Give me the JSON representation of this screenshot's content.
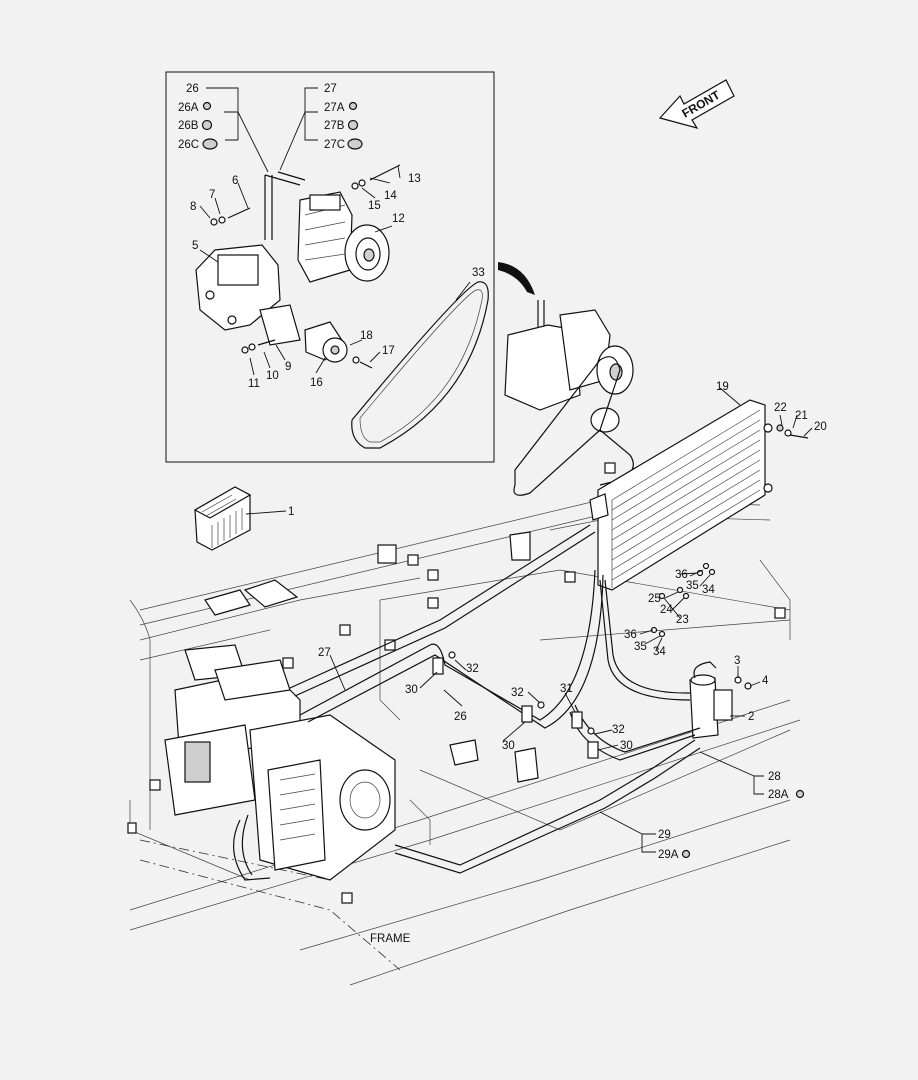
{
  "front_label": "FRONT",
  "frame_label": "FRAME",
  "callouts": {
    "c1": "1",
    "c2": "2",
    "c3": "3",
    "c4": "4",
    "c5": "5",
    "c6": "6",
    "c7": "7",
    "c8": "8",
    "c9": "9",
    "c10": "10",
    "c11": "11",
    "c12": "12",
    "c13": "13",
    "c14": "14",
    "c15": "15",
    "c16": "16",
    "c17": "17",
    "c18": "18",
    "c19": "19",
    "c20": "20",
    "c21": "21",
    "c22": "22",
    "c23": "23",
    "c24": "24",
    "c25": "25",
    "c26": "26",
    "c26a": "26A",
    "c26b": "26B",
    "c26c": "26C",
    "c27": "27",
    "c27a": "27A",
    "c27b": "27B",
    "c27c": "27C",
    "c27m": "27",
    "c26m": "26",
    "c28": "28",
    "c28a": "28A",
    "c29": "29",
    "c29a": "29A",
    "c30a": "30",
    "c30b": "30",
    "c30c": "30",
    "c31": "31",
    "c32a": "32",
    "c32b": "32",
    "c32c": "32",
    "c33": "33",
    "c34a": "34",
    "c34b": "34",
    "c35a": "35",
    "c35b": "35",
    "c36a": "36",
    "c36b": "36"
  }
}
